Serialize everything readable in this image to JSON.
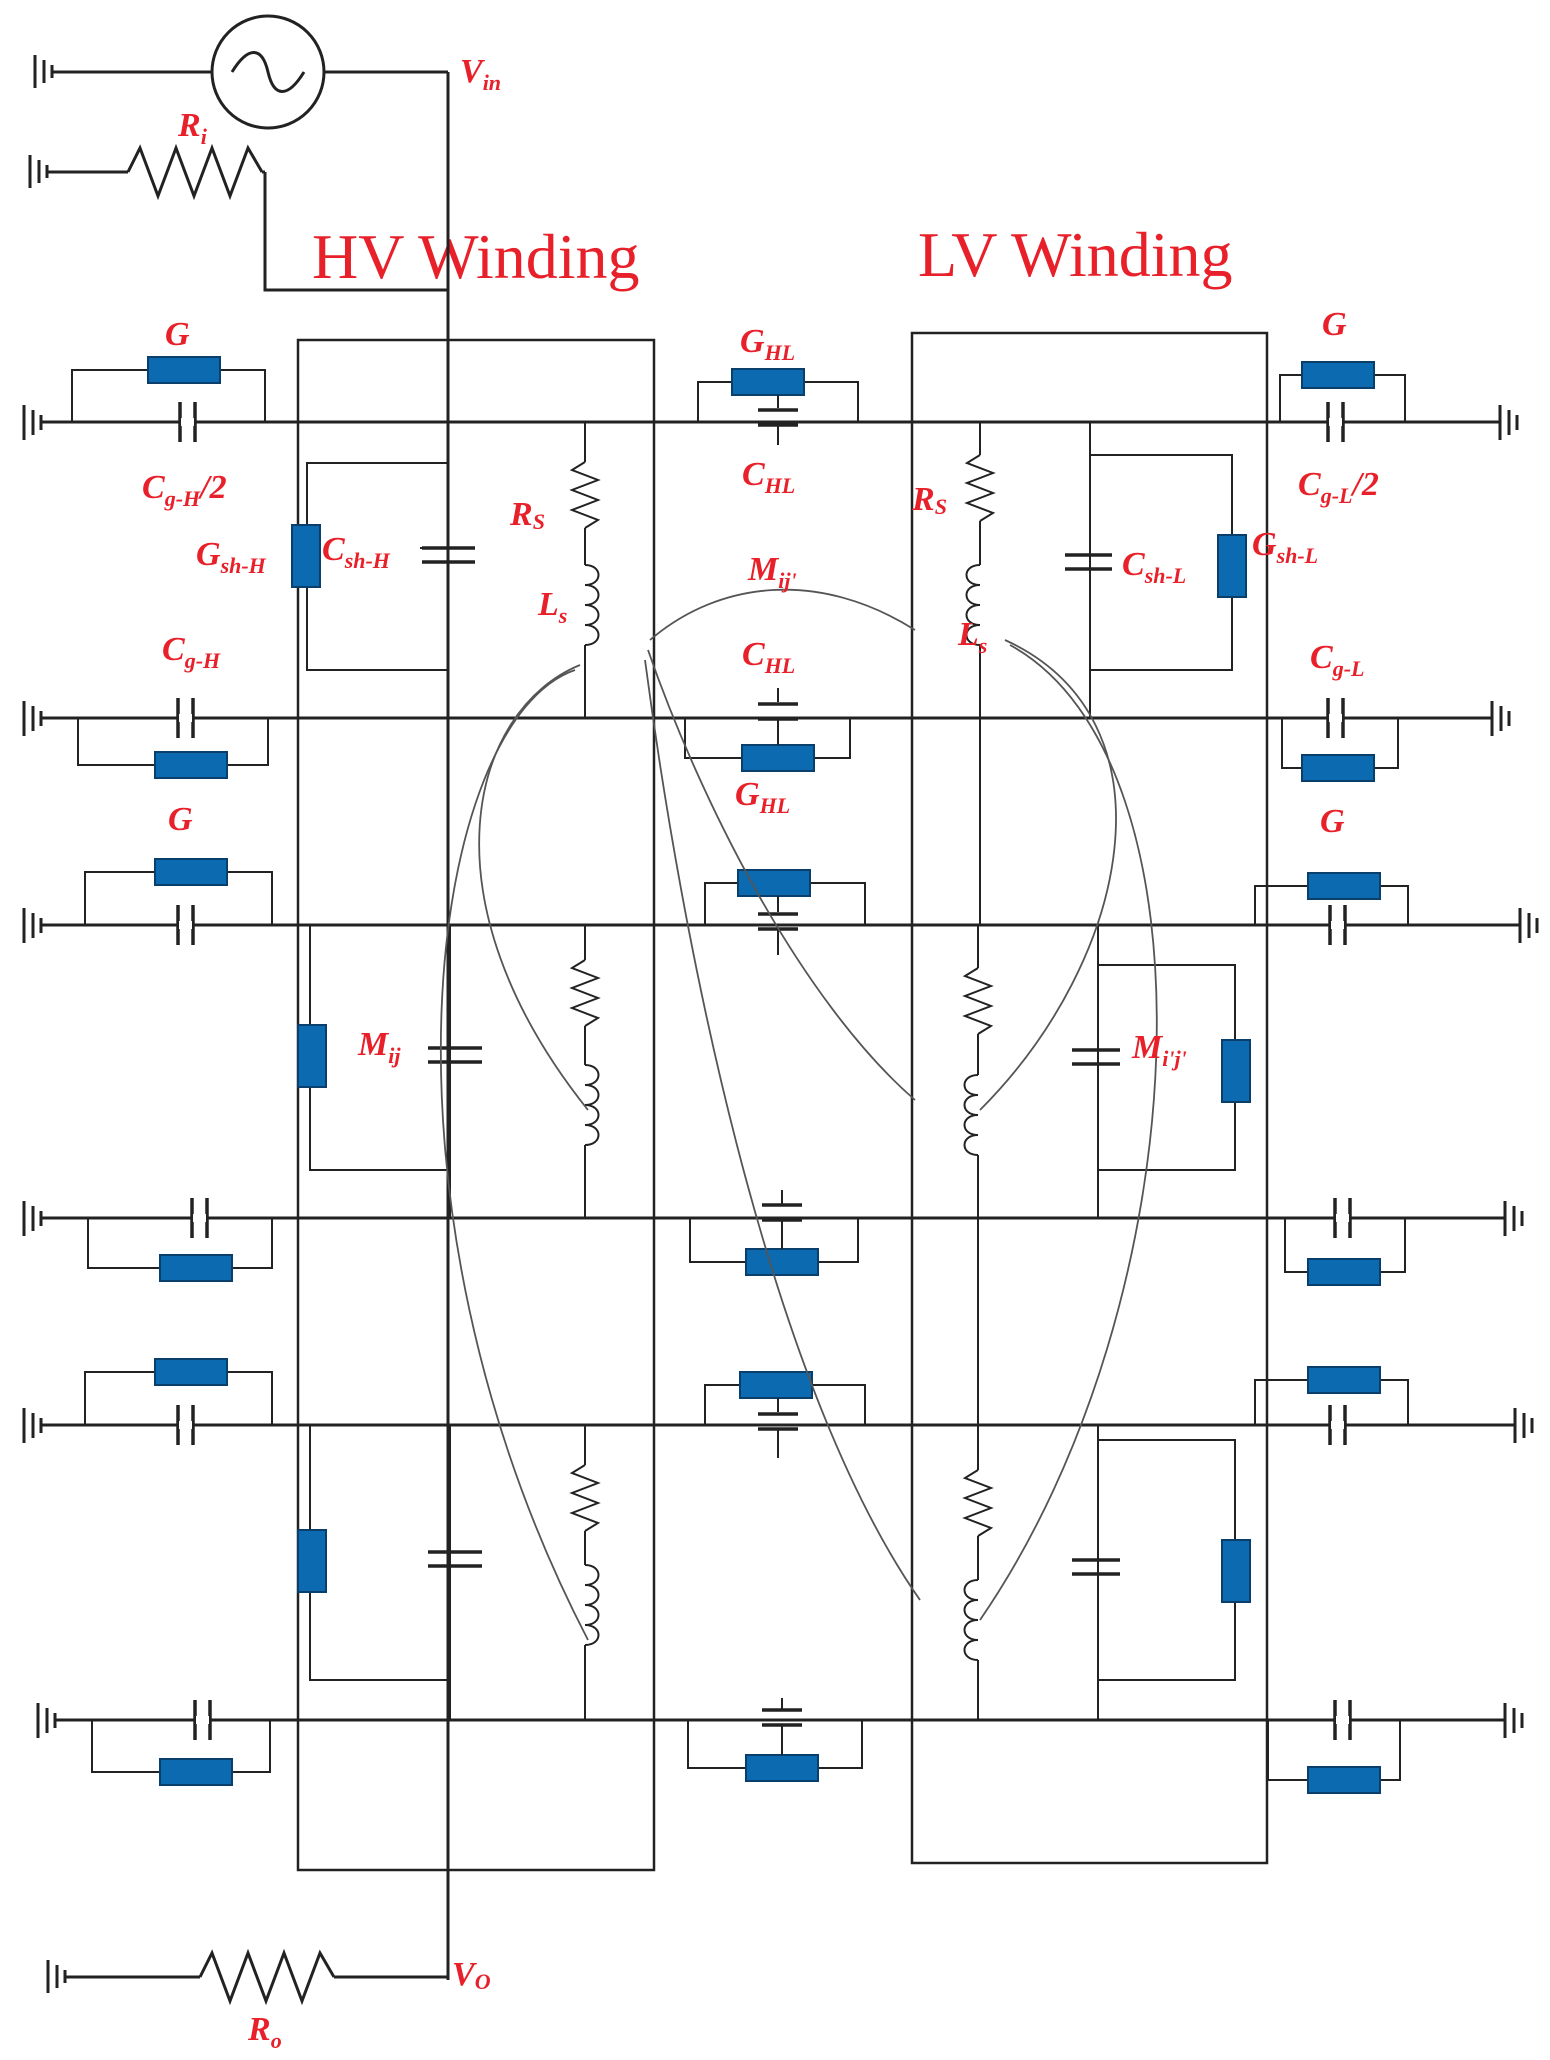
{
  "titles": {
    "hv": "HV Winding",
    "lv": "LV Winding"
  },
  "labels": {
    "vin": {
      "main": "V",
      "sub": "in"
    },
    "ri": {
      "main": "R",
      "sub": "i"
    },
    "ro": {
      "main": "R",
      "sub": "o"
    },
    "vo": {
      "main": "V",
      "sub": "O"
    },
    "g_hv_top": {
      "main": "G",
      "sub": ""
    },
    "g_lv_top": {
      "main": "G",
      "sub": ""
    },
    "g_hv_mid": {
      "main": "G",
      "sub": ""
    },
    "g_lv_mid": {
      "main": "G",
      "sub": ""
    },
    "ghl_top": {
      "main": "G",
      "sub": "HL"
    },
    "ghl_mid": {
      "main": "G",
      "sub": "HL"
    },
    "chl_top": {
      "main": "C",
      "sub": "HL"
    },
    "chl_mid": {
      "main": "C",
      "sub": "HL"
    },
    "cg_h_half": {
      "main": "C",
      "sub": "g-H",
      "tail": "/2"
    },
    "cg_l_half": {
      "main": "C",
      "sub": "g-L",
      "tail": "/2"
    },
    "cg_h": {
      "main": "C",
      "sub": "g-H"
    },
    "cg_l": {
      "main": "C",
      "sub": "g-L"
    },
    "gsh_h": {
      "main": "G",
      "sub": "sh-H"
    },
    "gsh_l": {
      "main": "G",
      "sub": "sh-L"
    },
    "csh_h": {
      "main": "C",
      "sub": "sh-H"
    },
    "csh_l": {
      "main": "C",
      "sub": "sh-L"
    },
    "rs_h": {
      "main": "R",
      "sub": "S"
    },
    "rs_l": {
      "main": "R",
      "sub": "S"
    },
    "ls_h": {
      "main": "L",
      "sub": "s"
    },
    "ls_l": {
      "main": "L",
      "sub": "s"
    },
    "mij_top": {
      "main": "M",
      "sub": "ij'"
    },
    "mij_h": {
      "main": "M",
      "sub": "ij"
    },
    "mij_l": {
      "main": "M",
      "sub": "i'j'"
    }
  },
  "colors": {
    "label": "#e8202a",
    "resistor": "#0b6ab0",
    "wire": "#222222"
  }
}
